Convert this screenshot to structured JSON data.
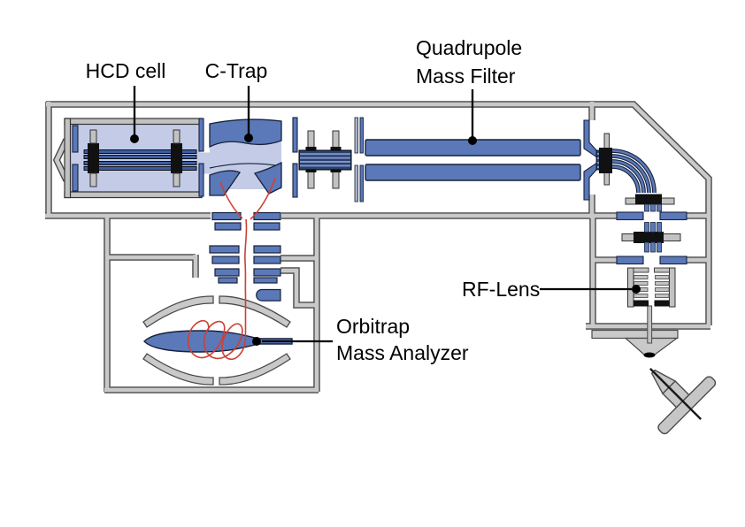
{
  "figure": {
    "type": "schematic-diagram",
    "subject": "Orbitrap mass spectrometer ion optics",
    "background": "#ffffff",
    "labels": {
      "hcd_cell": "HCD cell",
      "c_trap": "C-Trap",
      "quadrupole": {
        "line1": "Quadrupole",
        "line2": "Mass Filter"
      },
      "rf_lens": "RF-Lens",
      "orbitrap": {
        "line1": "Orbitrap",
        "line2": "Mass Analyzer"
      }
    },
    "colors": {
      "electrode_blue": "#5b79b8",
      "rod_blue_dark": "#3b5ca0",
      "stripe_navy": "#2a4170",
      "stripe_light": "#8096c6",
      "interior_light_blue": "#c3cbe7",
      "chamber_gray": "#c9c9c9",
      "chamber_outline": "#4a4a4a",
      "hardware_gray": "#c2c2c2",
      "ion_path_red": "#cc4034",
      "annotation_black": "#000000"
    }
  }
}
